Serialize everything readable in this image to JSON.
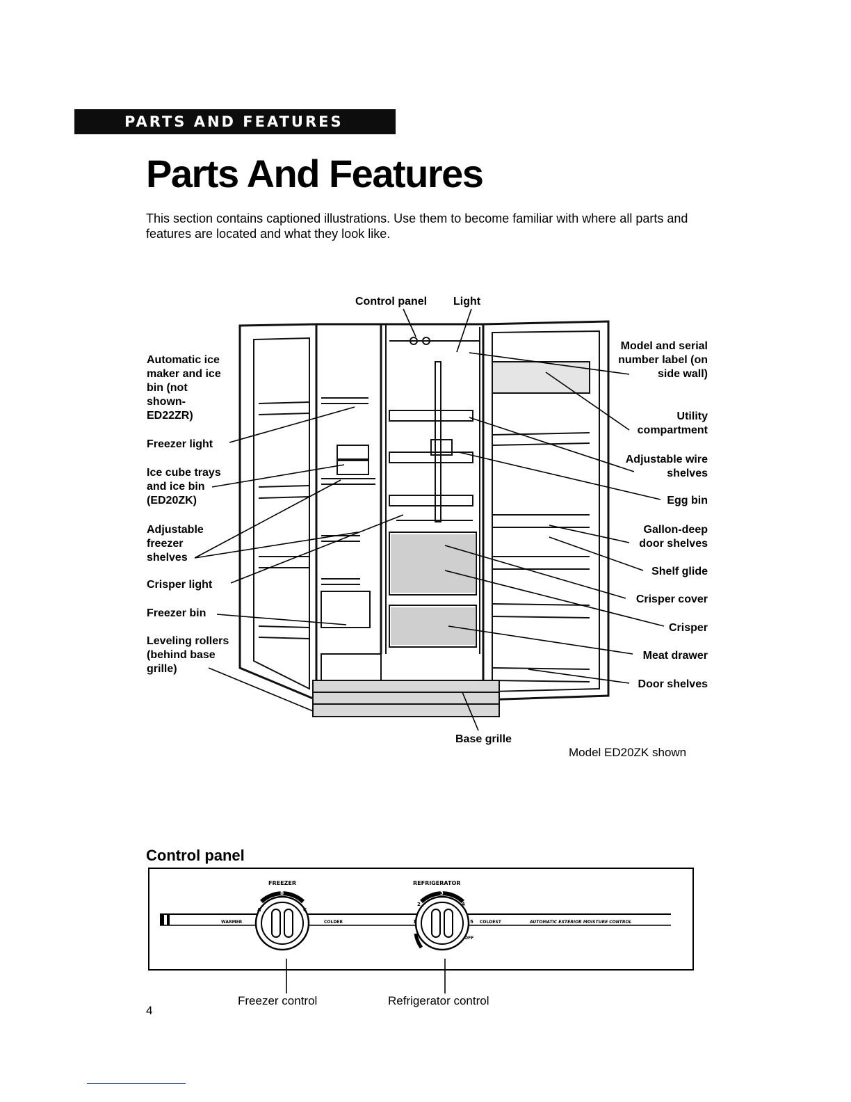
{
  "header": {
    "banner_text": "PARTS AND FEATURES",
    "title": "Parts And Features",
    "intro": "This section contains captioned illustrations. Use them to become familiar with where all parts and features are located and what they look like."
  },
  "fridge_diagram": {
    "top_labels": {
      "control_panel": "Control panel",
      "light": "Light"
    },
    "left_labels": {
      "ice_maker": "Automatic ice maker and ice bin (not shown- ED22ZR)",
      "freezer_light": "Freezer light",
      "ice_cube_trays": "Ice cube trays and ice bin (ED20ZK)",
      "adjustable_freezer_shelves": "Adjustable freezer shelves",
      "crisper_light": "Crisper light",
      "freezer_bin": "Freezer bin",
      "leveling_rollers": "Leveling rollers (behind base grille)"
    },
    "right_labels": {
      "model_serial": "Model and serial number label (on side wall)",
      "utility_compartment": "Utility compartment",
      "adjustable_wire_shelves": "Adjustable wire shelves",
      "egg_bin": "Egg bin",
      "gallon_deep_shelves": "Gallon-deep door shelves",
      "shelf_glide": "Shelf glide",
      "crisper_cover": "Crisper cover",
      "crisper": "Crisper",
      "meat_drawer": "Meat drawer",
      "door_shelves": "Door shelves"
    },
    "bottom_label": "Base grille",
    "model_caption": "Model ED20ZK shown"
  },
  "control_panel": {
    "section_title": "Control panel",
    "freezer_heading": "FREEZER",
    "refrigerator_heading": "REFRIGERATOR",
    "warmer": "WARMER",
    "colder_left": "COLDER",
    "colder_right": "COLDEST",
    "off": "OFF",
    "moisture_control": "AUTOMATIC EXTERIOR MOISTURE CONTROL",
    "freezer_scale": [
      "A",
      "B",
      "C"
    ],
    "refrigerator_scale": [
      "1",
      "2",
      "3",
      "4",
      "5"
    ],
    "freezer_control_label": "Freezer control",
    "refrigerator_control_label": "Refrigerator control"
  },
  "page_number": "4"
}
